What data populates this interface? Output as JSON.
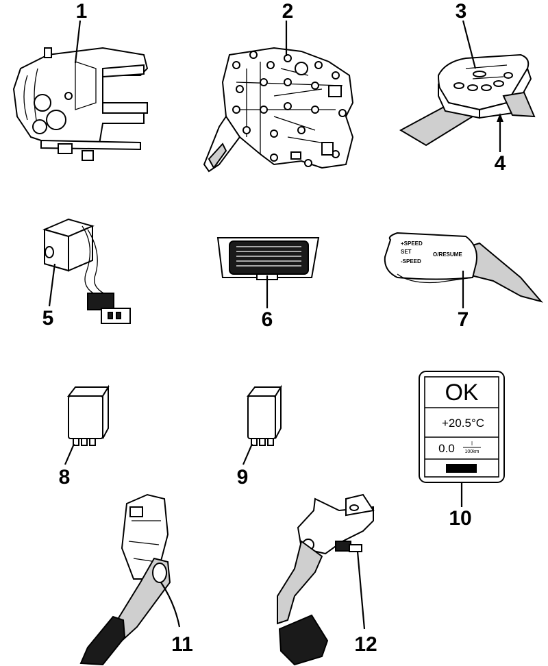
{
  "callouts": [
    "1",
    "2",
    "3",
    "4",
    "5",
    "6",
    "7",
    "8",
    "9",
    "10",
    "11",
    "12"
  ],
  "lever_text": {
    "line1": "+SPEED",
    "line2": "SET",
    "line3": "O/RESUME",
    "line4": "-SPEED"
  },
  "display": {
    "status": "OK",
    "temperature": "+20.5°C",
    "consumption": "0.0",
    "unit_top": "l",
    "unit_bottom": "100km"
  }
}
